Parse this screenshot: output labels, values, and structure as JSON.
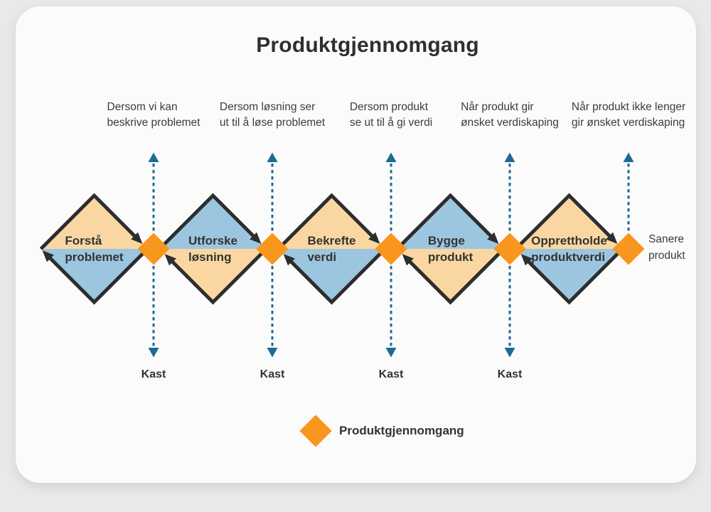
{
  "title": "Produktgjennomgang",
  "phases": [
    {
      "line1": "Forstå",
      "line2": "problemet",
      "top": "tan",
      "bottom": "blue"
    },
    {
      "line1": "Utforske",
      "line2": "løsning",
      "top": "blue",
      "bottom": "tan"
    },
    {
      "line1": "Bekrefte",
      "line2": "verdi",
      "top": "tan",
      "bottom": "blue"
    },
    {
      "line1": "Bygge",
      "line2": "produkt",
      "top": "blue",
      "bottom": "tan"
    },
    {
      "line1": "Opprettholde",
      "line2": "produktverdi",
      "top": "tan",
      "bottom": "blue"
    }
  ],
  "gates": [
    {
      "condition_line1": "Dersom vi kan",
      "condition_line2": "beskrive problemet",
      "discard_label": "Kast",
      "has_down_arrow": true
    },
    {
      "condition_line1": "Dersom løsning ser",
      "condition_line2": "ut til å løse problemet",
      "discard_label": "Kast",
      "has_down_arrow": true
    },
    {
      "condition_line1": "Dersom produkt",
      "condition_line2": "se ut til å gi verdi",
      "discard_label": "Kast",
      "has_down_arrow": true
    },
    {
      "condition_line1": "Når produkt gir",
      "condition_line2": "ønsket verdiskaping",
      "discard_label": "Kast",
      "has_down_arrow": true
    },
    {
      "condition_line1": "Når produkt ikke lenger",
      "condition_line2": "gir ønsket verdiskaping",
      "discard_label": "",
      "has_down_arrow": false
    }
  ],
  "end_state": {
    "line1": "Sanere",
    "line2": "produkt"
  },
  "legend": {
    "label": "Produktgjennomgang"
  },
  "colors": {
    "page_bg": "#E9E9E9",
    "card_bg": "#FBFBFB",
    "phase_tan": "#FAD7A2",
    "phase_blue": "#9CC6DF",
    "gate_orange": "#F8961D",
    "flow_line_dark": "#2D2D2D",
    "discard_arrow_teal": "#1C6B94",
    "text_dark": "#2F2F2F",
    "text_label": "#3C3C3C"
  }
}
